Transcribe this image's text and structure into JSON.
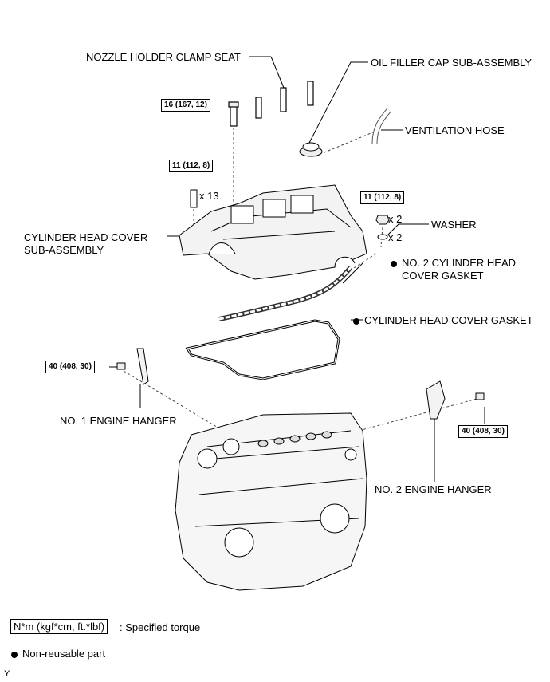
{
  "labels": {
    "nozzle_holder_clamp_seat": "NOZZLE HOLDER CLAMP SEAT",
    "oil_filler_cap": "OIL FILLER CAP SUB-ASSEMBLY",
    "ventilation_hose": "VENTILATION HOSE",
    "washer": "WASHER",
    "cyl_head_cover_line1": "CYLINDER HEAD COVER",
    "cyl_head_cover_line2": "SUB-ASSEMBLY",
    "no2_gasket_line1": "NO. 2 CYLINDER HEAD",
    "no2_gasket_line2": "COVER GASKET",
    "cyl_head_cover_gasket": "CYLINDER HEAD COVER GASKET",
    "no1_engine_hanger": "NO. 1 ENGINE HANGER",
    "no2_engine_hanger": "NO. 2 ENGINE HANGER"
  },
  "torques": {
    "nozzle_bolt": "16 (167, 12)",
    "cover_bolt": "11 (112, 8)",
    "nut": "11 (112, 8)",
    "hanger1": "40 (408, 30)",
    "hanger2": "40 (408, 30)"
  },
  "quantities": {
    "cover_bolts": "x 13",
    "nuts": "x 2",
    "washers": "x 2"
  },
  "legend": {
    "torque_box": "N*m (kgf*cm, ft.*lbf)",
    "torque_text": ": Specified torque",
    "nonreusable_text": "Non-reusable part"
  },
  "footer": "Y"
}
